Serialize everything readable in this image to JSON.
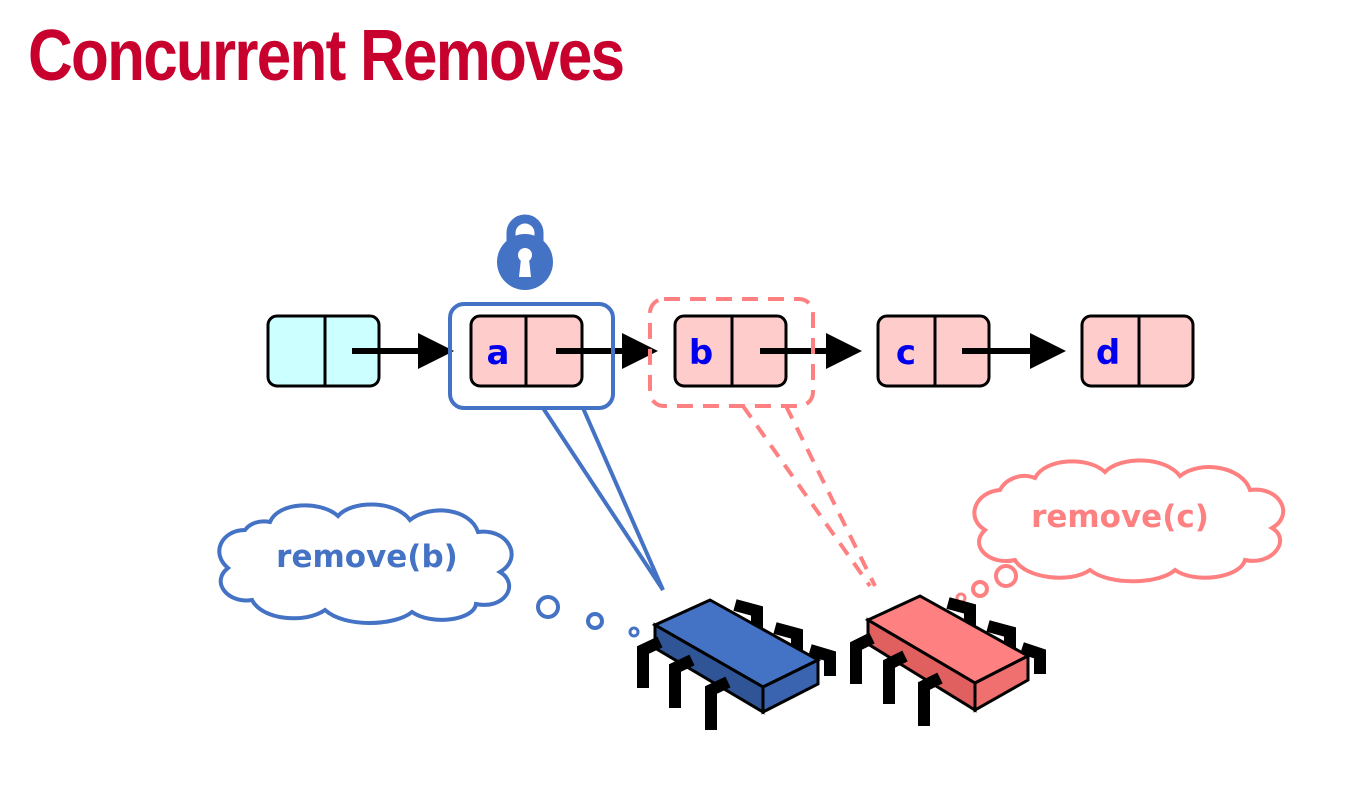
{
  "title": "Concurrent Removes",
  "nodes": [
    {
      "label": "",
      "fill": "#ccffff"
    },
    {
      "label": "a",
      "fill": "#ffcccc"
    },
    {
      "label": "b",
      "fill": "#ffcccc"
    },
    {
      "label": "c",
      "fill": "#ffcccc"
    },
    {
      "label": "d",
      "fill": "#ffcccc"
    }
  ],
  "threads": [
    {
      "thought": "remove(b)",
      "color": "#4472c4",
      "selection": "solid",
      "locked": true
    },
    {
      "thought": "remove(c)",
      "color": "#ff8080",
      "selection": "dashed",
      "locked": false
    }
  ],
  "colors": {
    "title": "#c8002d",
    "node_label": "#0000ee",
    "arrow": "#000000",
    "blue_thread": "#4472c4",
    "red_thread": "#ff8080"
  },
  "icons": [
    "padlock-icon",
    "processor-chip-icon",
    "thought-cloud-icon"
  ]
}
